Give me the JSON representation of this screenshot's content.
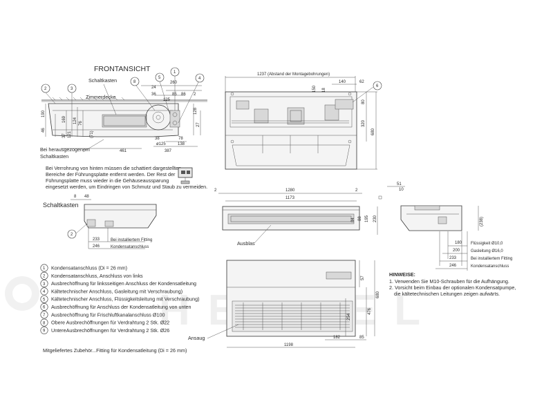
{
  "title": "FRONTANSICHT",
  "front_view": {
    "labels": {
      "schaltkasten": "Schaltkasten",
      "zimmerdecke": "Zimmerdecke",
      "herausgezogen_1": "Bei herausgezogenem",
      "herausgezogen_2": "Schaltkasten"
    },
    "dims": {
      "d24": "24",
      "d260": "260",
      "d36": "36",
      "d85": "85",
      "d86": "86",
      "d2": "2",
      "d125": "125",
      "d128": "128",
      "d46": "46",
      "d190": "190",
      "d169": "169",
      "d37": "37",
      "d121": "121",
      "d124": "124",
      "d76": "76",
      "d71": "(71)",
      "d27": "27",
      "d38": "38",
      "d461": "461",
      "d387": "387",
      "d138": "138",
      "d125b": "ø125",
      "d78": "78"
    },
    "callouts": [
      "2",
      "3",
      "8",
      "5",
      "1",
      "4"
    ]
  },
  "note": {
    "lines": [
      "Bei Verrohrung von hinten müssen die schattiert dargestellten",
      "Bereiche der Führungsplatte entfernt werden. Der Rest der",
      "Führungsplatte muss wieder in die Gehäuseaussparung",
      "eingesetzt werden, um Eindringen von Schmutz und Staub zu vermeiden."
    ]
  },
  "top_view": {
    "dim_top": "1237 (Abstand der Montagebohrungen)",
    "d140": "140",
    "d62": "62",
    "d150": "150",
    "d18": "18",
    "d80": "80",
    "d320": "320",
    "d680": "680",
    "callout": "6"
  },
  "front_small": {
    "d2a": "2",
    "d2b": "2",
    "d1280": "1280",
    "d1173": "1173",
    "d84": "84",
    "d88": "88",
    "d195": "195",
    "d230": "230",
    "ausblas": "Ausblas"
  },
  "side_right": {
    "d51": "51",
    "d10": "10",
    "d238": "(238)",
    "d180": "180",
    "d200": "200",
    "d233": "233",
    "d246": "246",
    "fluessig": "Flüssigkeit Ø10,0",
    "gas": "Gasleitung Ø16,0",
    "fitting": "Bei installiertem Fitting",
    "kondens": "Kondensatanschluss"
  },
  "schaltkasten_view": {
    "title": "Schaltkasten",
    "d8": "8",
    "d48": "48",
    "d233": "233",
    "d246": "246",
    "fitting": "Bei installiertem Fitting",
    "kondens": "Kondensatanschluss",
    "callout": "2"
  },
  "bottom_view": {
    "d57": "57",
    "d680": "680",
    "d476": "476",
    "d254": "254",
    "d182": "182",
    "d85": "85",
    "d1198": "1198",
    "ansaug": "Ansaug"
  },
  "legend": [
    {
      "num": "1",
      "text": "Kondensatanschluss (Di = 26 mm)"
    },
    {
      "num": "2",
      "text": "Kondensatanschluss, Anschluss von links"
    },
    {
      "num": "3",
      "text": "Ausbrechöffnung für linksseitigen Anschluss der Kondensatleitung"
    },
    {
      "num": "4",
      "text": "Kältetechnischer Anschluss, Gasleitung mit Verschraubung)"
    },
    {
      "num": "5",
      "text": "Kältetechnischer Anschluss, Flüssigkeitsleitung mit Verschraubung)"
    },
    {
      "num": "6",
      "text": "Ausbrechöffnung für Anschluss der Kondensatleitung von unten"
    },
    {
      "num": "7",
      "text": "Ausbrechöffnung für Frischluftkanalanschluss Ø100"
    },
    {
      "num": "8",
      "text": "Obere Ausbrechöffnungen für Verdrahtung 2 Stk. Ø22"
    },
    {
      "num": "9",
      "text": "UntereAusbrechöffnungen für Verdrahtung 2 Stk. Ø26"
    }
  ],
  "legend_extra": "Mitgeliefertes Zubehör...Fitting für Kondensatleitung (Di = 26 mm)",
  "hinweise": {
    "title": "HINWEISE:",
    "lines": [
      "1. Verwenden Sie M10-Schrauben für die Aufhängung.",
      "2. Vorsicht beim Einbau der optionalen Kondensatpumpe,",
      "die kältetechnischen Leitungen zeigen aufwärts."
    ]
  },
  "watermark": "HESSEL"
}
